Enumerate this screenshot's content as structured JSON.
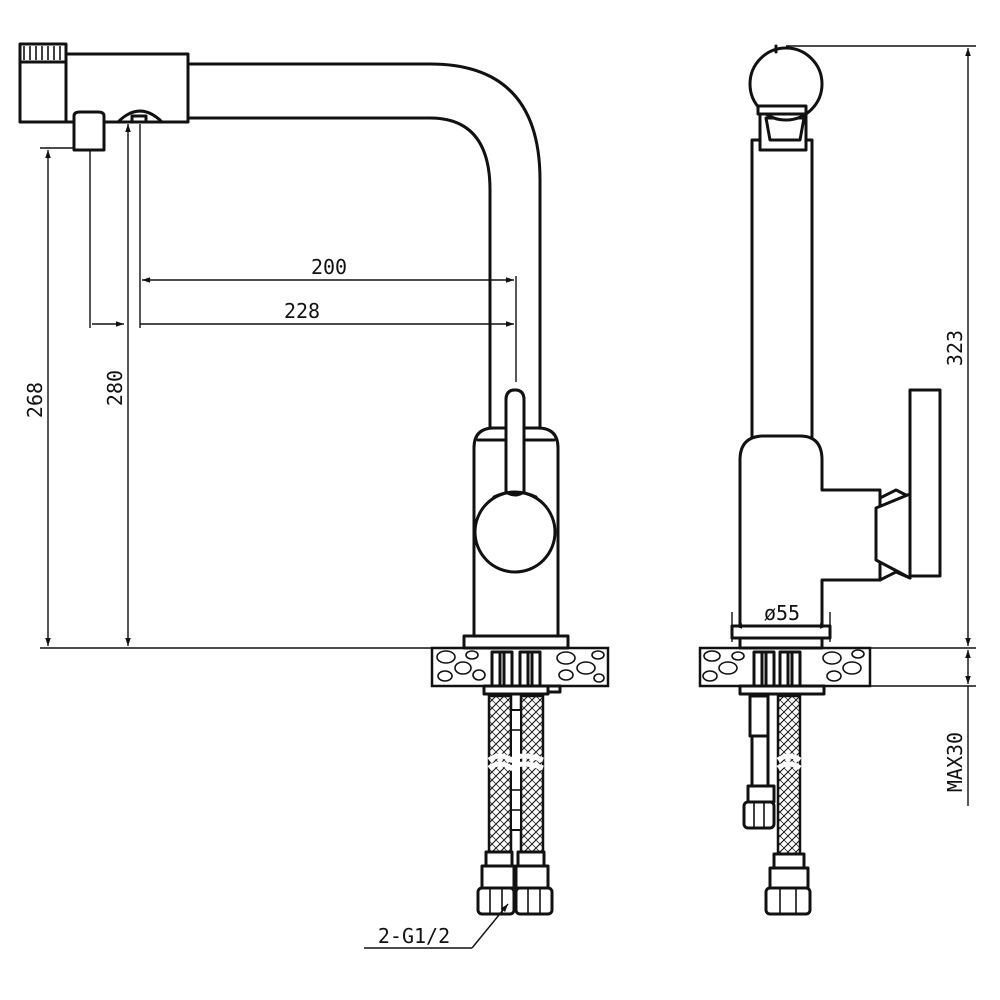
{
  "diagram": {
    "dimensions": {
      "reach_inner": "200",
      "reach_outer": "228",
      "height_outlet_a": "268",
      "height_outlet_b": "280",
      "total_height": "323",
      "base_diameter": "ø55",
      "max_counter_thickness": "MAX30",
      "connection": "2-G1/2"
    }
  }
}
